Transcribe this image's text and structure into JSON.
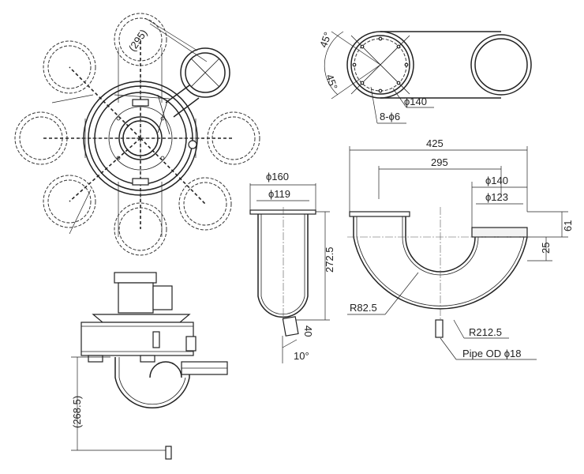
{
  "dimensions": {
    "spacing_295_paren": "(295)",
    "angle_45_top": "45°",
    "angle_45_bottom": "45°",
    "diameter_140_plan": "ϕ140",
    "holes": "8-ϕ6",
    "width_425": "425",
    "width_295": "295",
    "diameter_140_side": "ϕ140",
    "diameter_123": "ϕ123",
    "height_61": "61",
    "height_25": "25",
    "diameter_160": "ϕ160",
    "diameter_119": "ϕ119",
    "height_272_5": "272.5",
    "len_40": "40",
    "angle_10": "10°",
    "radius_82_5": "R82.5",
    "radius_212_5": "R212.5",
    "pipe_od": "Pipe OD ϕ18",
    "height_268_5": "(268.5)"
  }
}
